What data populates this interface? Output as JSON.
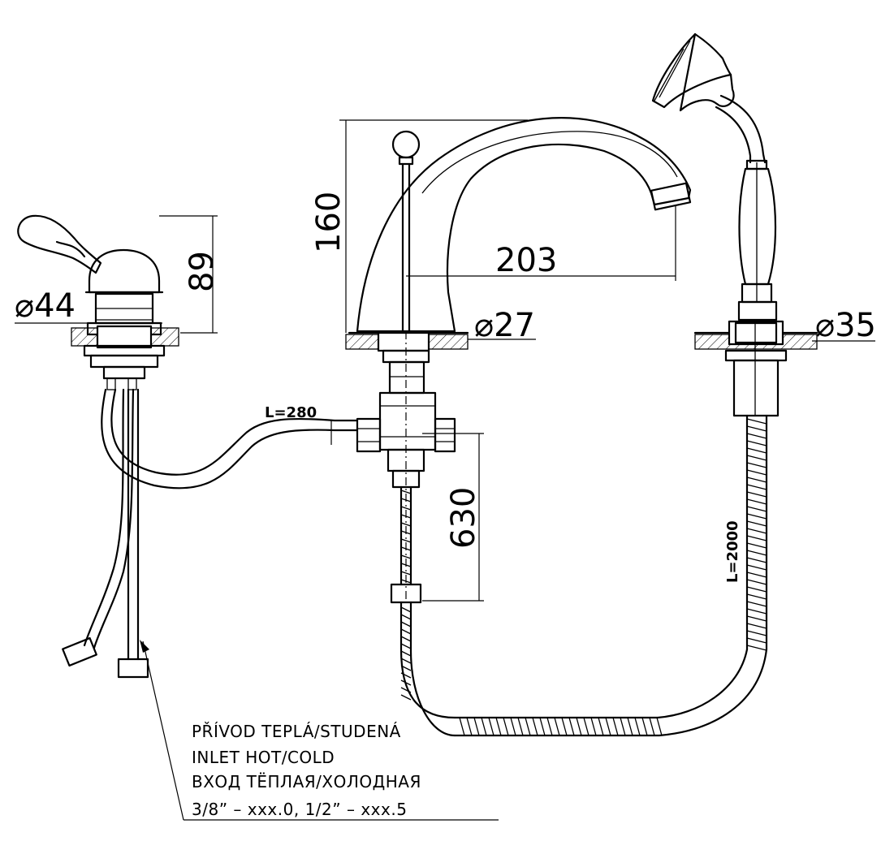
{
  "dimensions": {
    "valve_diameter": "⌀44",
    "valve_height": "89",
    "spout_height": "160",
    "spout_reach": "203",
    "spout_base_diameter": "⌀27",
    "shower_base_diameter": "⌀35",
    "outlet_length": "630"
  },
  "hose_labels": {
    "connector_hose": "L=280",
    "shower_hose": "L=2000"
  },
  "note": {
    "line1": "PŘÍVOD TEPLÁ/STUDENÁ",
    "line2": "INLET HOT/COLD",
    "line3": "ВХОД ТЁПЛАЯ/ХОЛОДНАЯ",
    "line4": "3/8”  –  xxx.0,  1/2”  –  xxx.5"
  }
}
